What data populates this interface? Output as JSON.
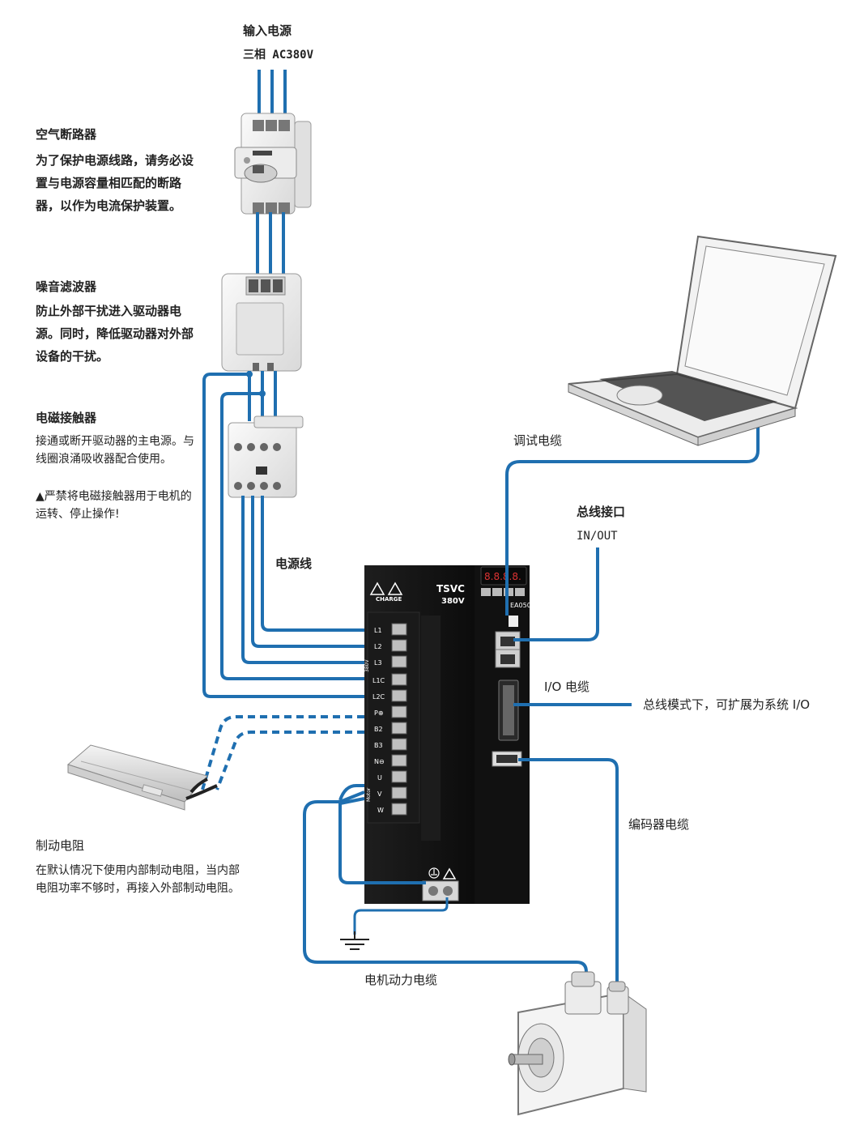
{
  "labels": {
    "input_power_title": "输入电源",
    "input_power_spec": "三相 AC380V",
    "breaker_title": "空气断路器",
    "breaker_desc": "为了保护电源线路，请务必设置与电源容量相匹配的断路器，以作为电流保护装置。",
    "filter_title": "噪音滤波器",
    "filter_desc": "防止外部干扰进入驱动器电源。同时，降低驱动器对外部设备的干扰。",
    "contactor_title": "电磁接触器",
    "contactor_desc": "接通或断开驱动器的主电源。与线圈浪涌吸收器配合使用。",
    "contactor_warning": "▲严禁将电磁接触器用于电机的运转、停止操作!",
    "power_line": "电源线",
    "debug_cable": "调试电缆",
    "bus_interface": "总线接口",
    "bus_inout": "IN/OUT",
    "io_cable": "I/O 电缆",
    "bus_mode": "总线模式下，可扩展为系统 I/O",
    "encoder_cable": "编码器电缆",
    "brake_resistor_title": "制动电阻",
    "brake_resistor_desc": "在默认情况下使用内部制动电阻，当内部电阻功率不够时，再接入外部制动电阻。",
    "motor_power_cable": "电机动力电缆"
  },
  "drive": {
    "model": "TSVC",
    "voltage": "380V",
    "charge": "CHARGE",
    "display": "8.8.8.8.",
    "part_no": "EA050",
    "terminals": [
      "L1",
      "L2",
      "L3",
      "L1C",
      "L2C",
      "P⊕",
      "B2",
      "B3",
      "N⊖",
      "U",
      "V",
      "W"
    ],
    "side_label_380": "380V",
    "side_label_motor": "Motor"
  },
  "colors": {
    "cable_blue": "#1f6fb0",
    "drive_body": "#141414",
    "device_body": "#f2f2f2"
  },
  "icons": [
    "warning-icon",
    "ground-icon",
    "laptop-icon",
    "motor-icon",
    "breaker-icon",
    "filter-icon",
    "contactor-icon",
    "resistor-icon"
  ]
}
